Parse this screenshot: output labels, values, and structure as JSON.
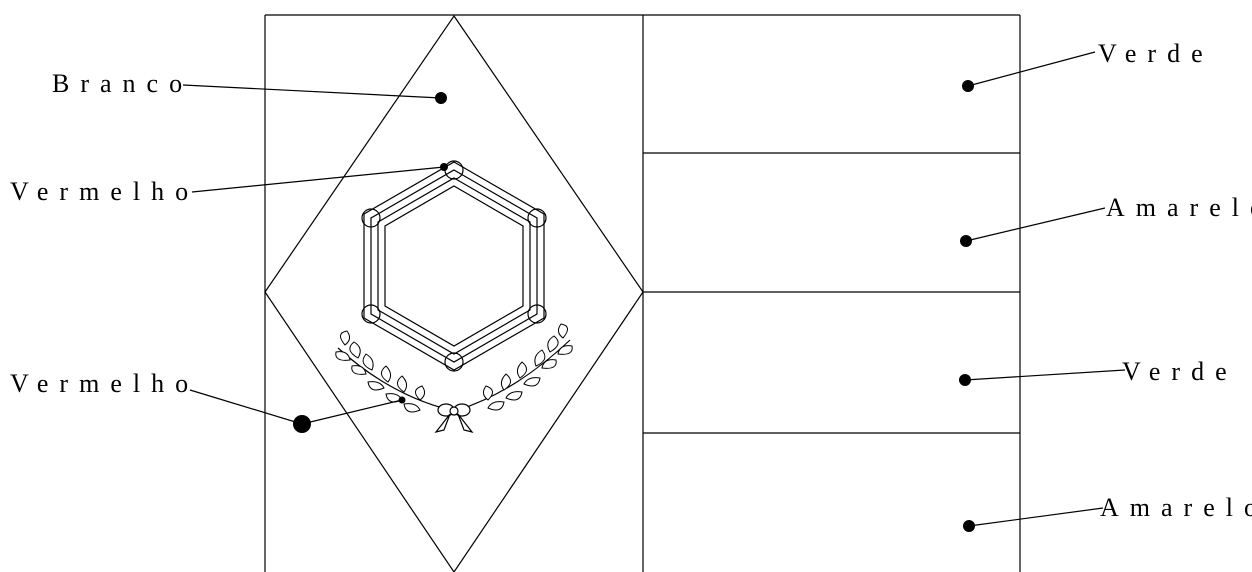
{
  "labels": {
    "branco": "Branco",
    "vermelho_chain": "Vermelho",
    "vermelho_wreath": "Vermelho",
    "verde_1": "Verde",
    "amarelo_1": "Amarelo",
    "verde_2": "Verde",
    "amarelo_2": "Amarelo"
  },
  "colors": {
    "line": "#000000",
    "background": "#ffffff"
  }
}
